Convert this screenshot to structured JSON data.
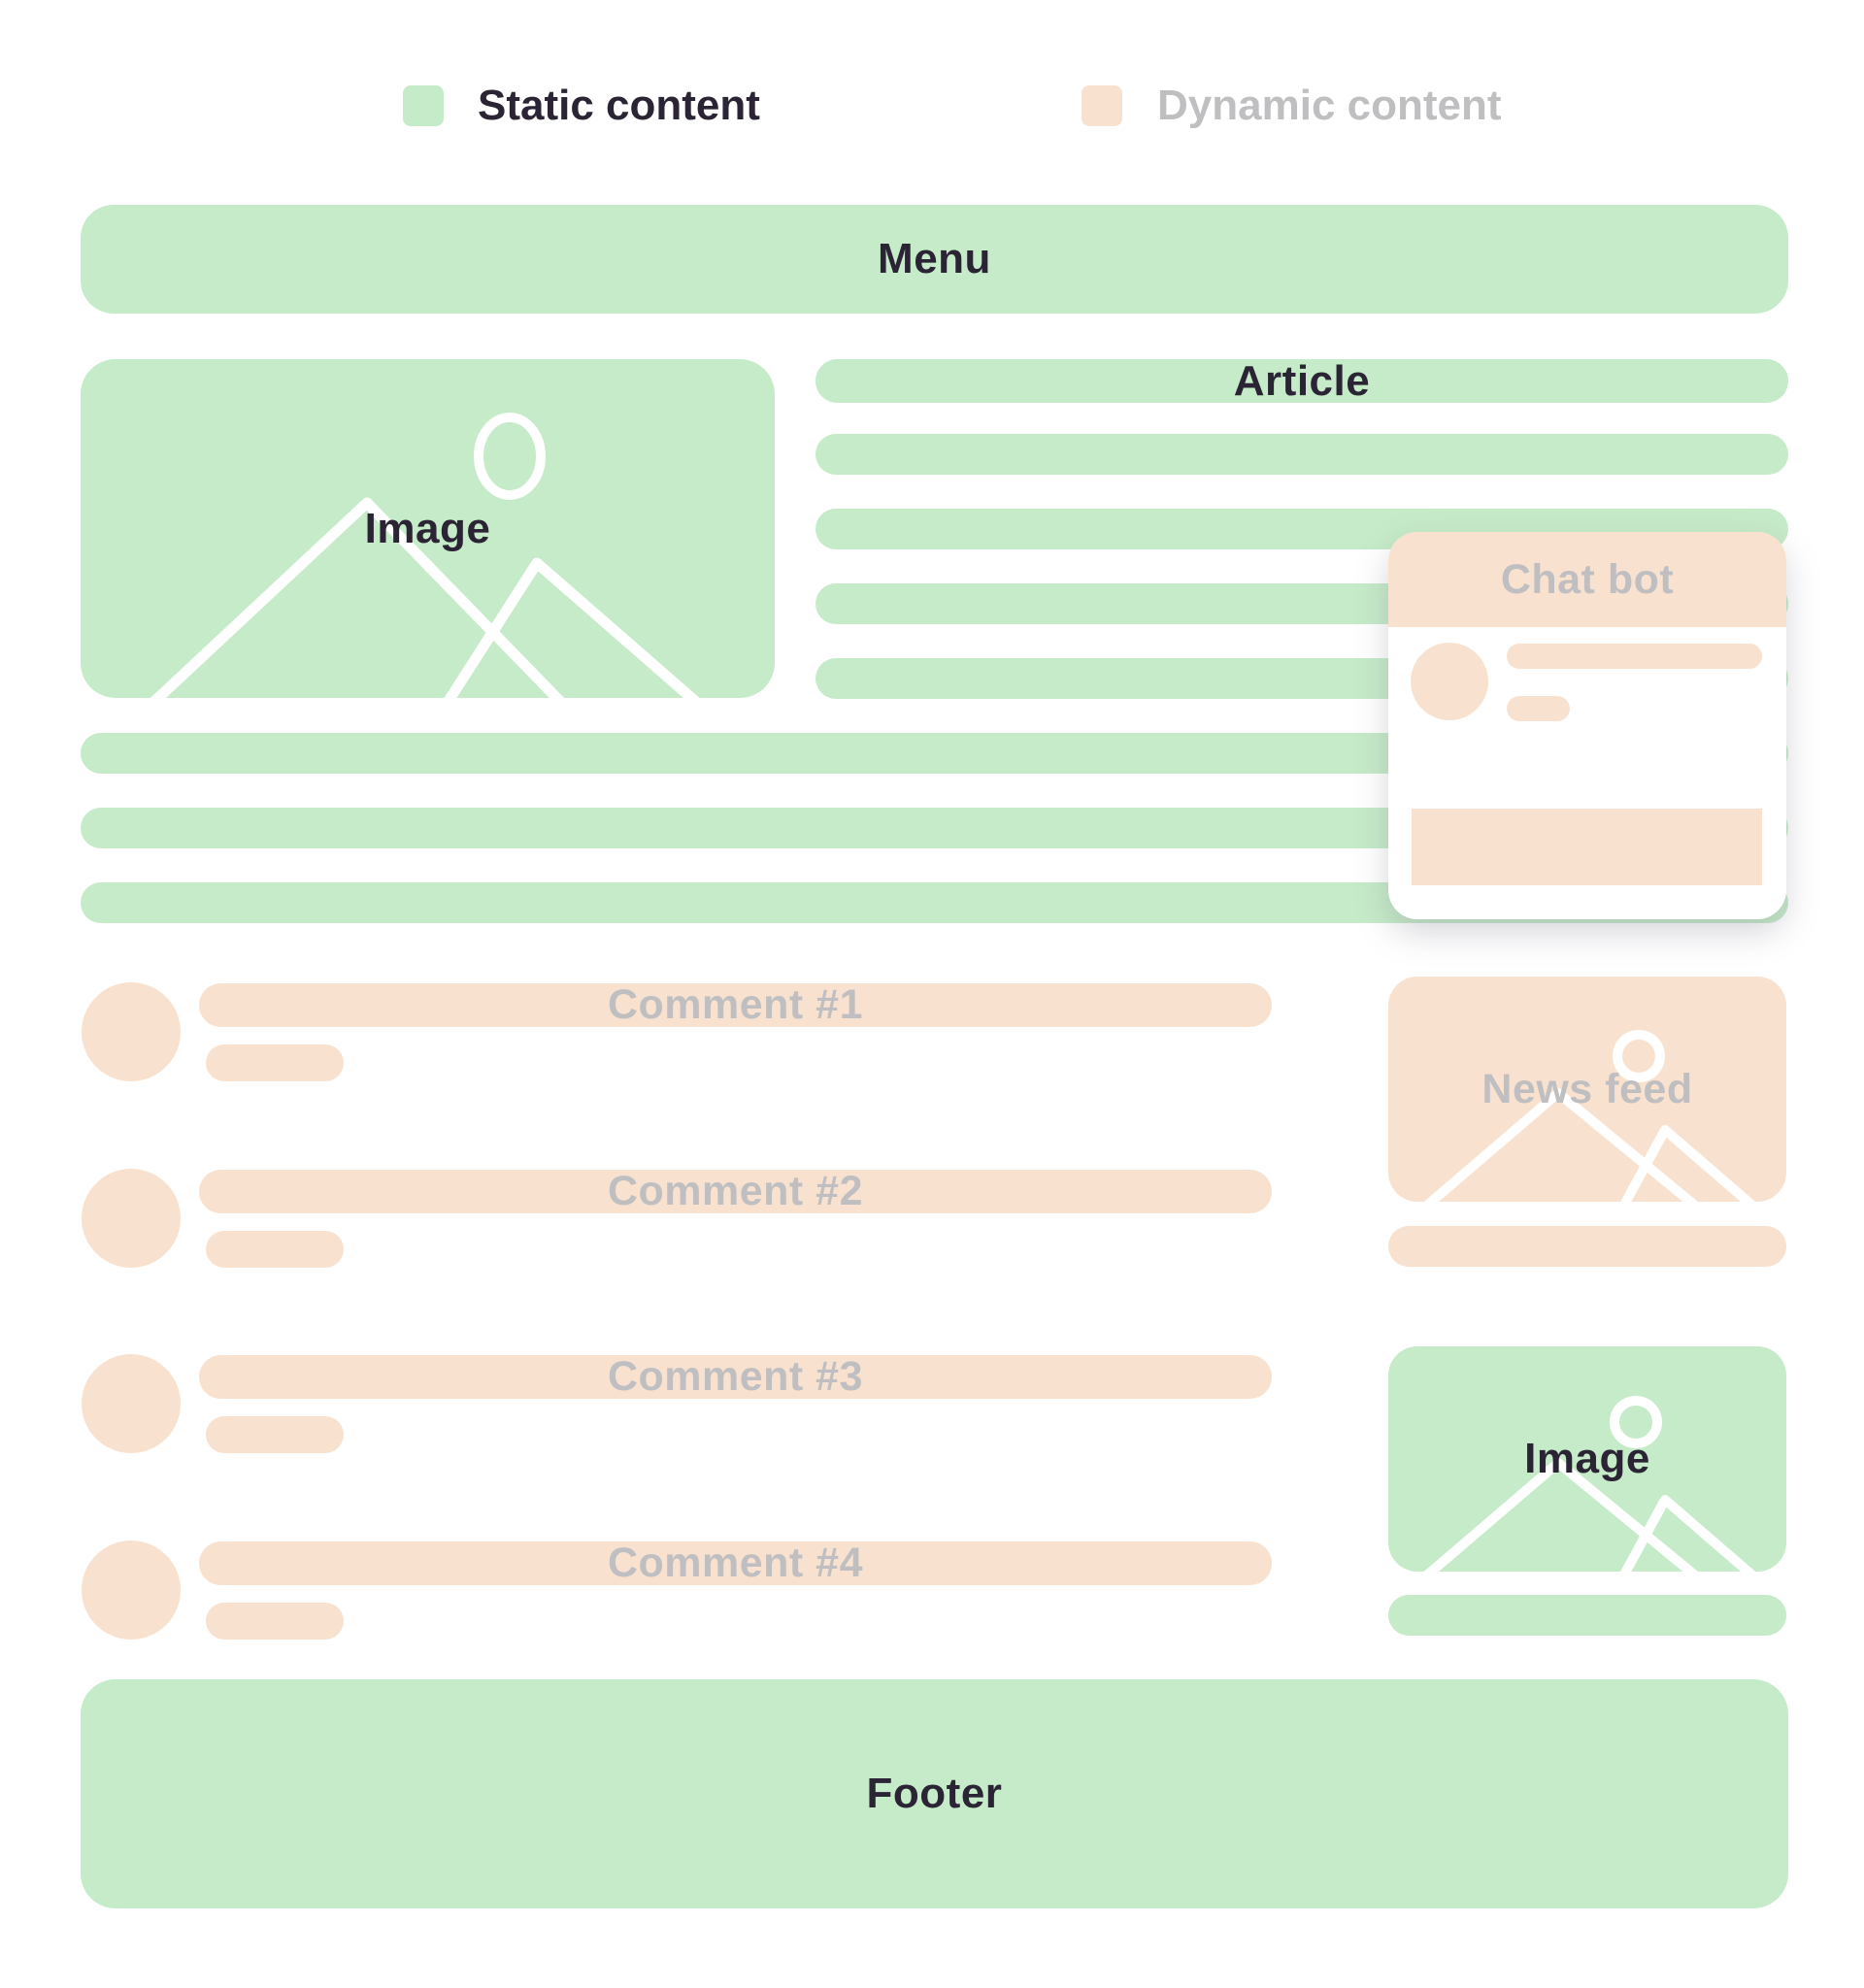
{
  "title": "Static vs dynamic content wireframe",
  "colors": {
    "static_green": "#c6ebc8",
    "dynamic_peach": "#f8e2cf",
    "dark_text": "#2a2434",
    "gray_text": "#bfbfc2",
    "card_white": "#ffffff"
  },
  "legend": {
    "static_label": "Static content",
    "dynamic_label": "Dynamic content"
  },
  "menu": {
    "label": "Menu"
  },
  "hero_image": {
    "label": "Image"
  },
  "article": {
    "label": "Article"
  },
  "chat_bot": {
    "label": "Chat bot"
  },
  "comments": [
    {
      "label": "Comment #1"
    },
    {
      "label": "Comment #2"
    },
    {
      "label": "Comment #3"
    },
    {
      "label": "Comment #4"
    }
  ],
  "news_feed": {
    "label": "News feed"
  },
  "sidebar_image": {
    "label": "Image"
  },
  "footer": {
    "label": "Footer"
  }
}
